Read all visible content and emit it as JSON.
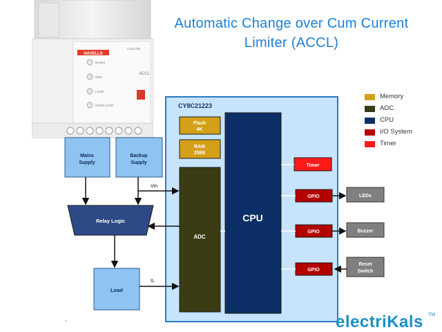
{
  "title": {
    "line1": "Automatic Change over Cum Current",
    "line2": "Limiter (ACCL)"
  },
  "device": {
    "brand": "HAVELLS",
    "model_label": "Controller",
    "side_label": "ACCL",
    "indicators": [
      "MAINS",
      "GEN",
      "LOAD",
      "OVER LOAD"
    ]
  },
  "chip": {
    "name": "CY8C21223",
    "flash": [
      "Flash",
      "4K"
    ],
    "ram": [
      "RAM",
      "256B"
    ],
    "adc": "ADC",
    "cpu": "CPU",
    "timer": "Timer",
    "gpio": "GPIO"
  },
  "external": {
    "mains": [
      "Mains",
      "Supply"
    ],
    "backup": [
      "Backup",
      "Supply"
    ],
    "relay": "Relay Logic",
    "load": "Load",
    "leds": "LEDs",
    "buzzer": "Buzzer",
    "reset": [
      "Reset",
      "Switch"
    ]
  },
  "signals": {
    "vin": "Vin",
    "il": "IL"
  },
  "legend": [
    {
      "label": "Memory",
      "color": "#d4a017"
    },
    {
      "label": "ADC",
      "color": "#3b3b14"
    },
    {
      "label": "CPU",
      "color": "#0b2f66"
    },
    {
      "label": "I/O System",
      "color": "#b30000"
    },
    {
      "label": "Timer",
      "color": "#ff1a1a"
    }
  ],
  "logo": {
    "text": "electriKals",
    "tm": "TM"
  },
  "colors": {
    "title": "#1a7fd6",
    "chip_bg": "#c6e4fb",
    "chip_border": "#2a78c4",
    "ext_block": "#8fc4f2",
    "memory": "#d4a017",
    "adc": "#3b3b14",
    "cpu": "#0b2f66",
    "io": "#b30000",
    "timer": "#ff1a1a",
    "peripheral": "#808080"
  }
}
